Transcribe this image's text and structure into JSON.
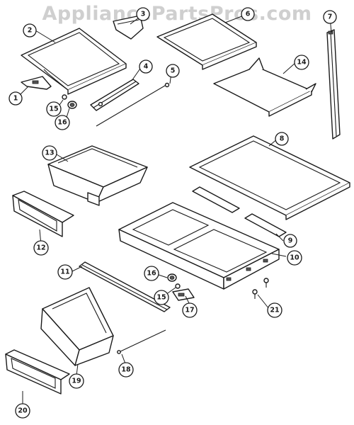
{
  "watermark": "AppliancePartsPros.com",
  "callouts": [
    "1",
    "2",
    "3",
    "4",
    "5",
    "6",
    "7",
    "8",
    "9",
    "10",
    "11",
    "12",
    "13",
    "14",
    "15",
    "15",
    "16",
    "16",
    "17",
    "18",
    "19",
    "20",
    "21"
  ]
}
